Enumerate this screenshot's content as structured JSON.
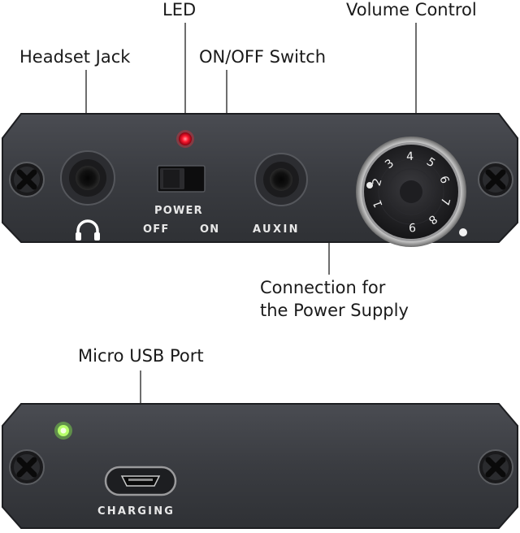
{
  "callouts": {
    "led": "LED",
    "volume_control": "Volume Control",
    "headset_jack": "Headset Jack",
    "on_off_switch": "ON/OFF Switch",
    "power_connection_line1": "Connection for",
    "power_connection_line2": "the Power Supply",
    "micro_usb": "Micro USB Port"
  },
  "device_labels": {
    "power": "POWER",
    "off": "OFF",
    "on": "ON",
    "aux_in": "AUXIN",
    "charging": "CHARGING"
  },
  "knob_numbers": [
    "1",
    "2",
    "3",
    "4",
    "5",
    "6",
    "7",
    "8",
    "9"
  ],
  "colors": {
    "body": "#3b3d42",
    "led_red": "#e8102a",
    "led_green": "#7cff3a",
    "leader": "#6e6e6e"
  },
  "icons": {
    "headphone": "headphone-icon",
    "screw": "screw-icon"
  }
}
